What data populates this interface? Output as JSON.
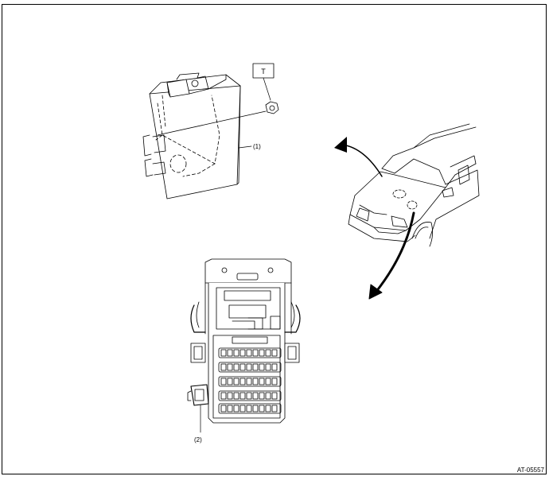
{
  "labels": {
    "torque_tag": "T",
    "part_1": "(1)",
    "part_2": "(2)",
    "figure_id": "AT-05557"
  },
  "colors": {
    "line": "#000000",
    "background": "#ffffff"
  }
}
